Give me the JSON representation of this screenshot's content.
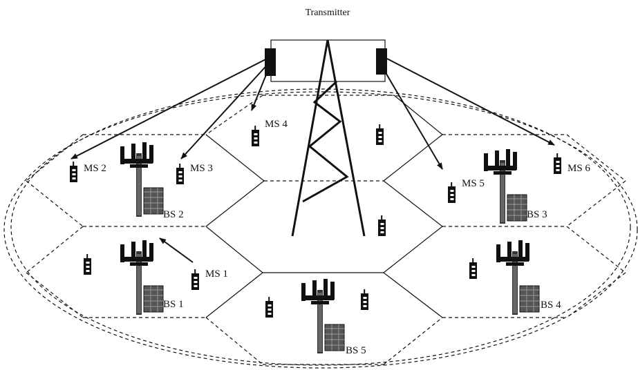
{
  "title": "Transmitter",
  "mobile_station_labels": {
    "ms1": "MS 1",
    "ms2": "MS 2",
    "ms3": "MS 3",
    "ms4": "MS 4",
    "ms5": "MS 5",
    "ms6": "MS 6"
  },
  "base_station_labels": {
    "bs1": "BS 1",
    "bs2": "BS 2",
    "bs3": "BS 3",
    "bs4": "BS 4",
    "bs5": "BS 5"
  },
  "icons": {
    "mobile": "mobile-station-icon",
    "base": "base-station-tower-icon",
    "transmitter": "transmitter-tower-icon"
  },
  "colors": {
    "line": "#111111",
    "building": "#555555"
  }
}
